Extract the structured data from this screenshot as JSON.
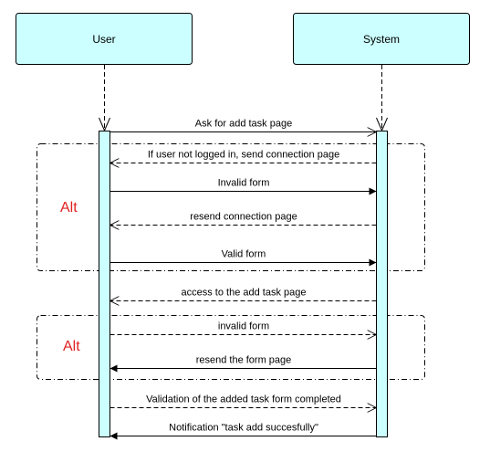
{
  "participants": [
    {
      "id": "user",
      "label": "User"
    },
    {
      "id": "system",
      "label": "System"
    }
  ],
  "colors": {
    "participant_fill": "#ccffff",
    "activation_fill": "#ccffff",
    "fragment_label": "#e02020",
    "line": "#000000"
  },
  "fragments": [
    {
      "label": "Alt"
    },
    {
      "label": "Alt"
    }
  ],
  "messages": [
    {
      "label": "Ask for add task page",
      "from": "user",
      "to": "system",
      "style": "solid",
      "head": "open"
    },
    {
      "label": "If user not logged in, send connection page",
      "from": "system",
      "to": "user",
      "style": "dashed",
      "head": "open"
    },
    {
      "label": "Invalid form",
      "from": "user",
      "to": "system",
      "style": "solid",
      "head": "filled"
    },
    {
      "label": "resend connection page",
      "from": "system",
      "to": "user",
      "style": "dashed",
      "head": "open"
    },
    {
      "label": "Valid form",
      "from": "user",
      "to": "system",
      "style": "solid",
      "head": "filled"
    },
    {
      "label": "access to the add task page",
      "from": "system",
      "to": "user",
      "style": "dashed",
      "head": "open"
    },
    {
      "label": "invalid form",
      "from": "user",
      "to": "system",
      "style": "dashed",
      "head": "open"
    },
    {
      "label": "resend the form page",
      "from": "system",
      "to": "user",
      "style": "solid",
      "head": "filled"
    },
    {
      "label": "Validation of the added task form completed",
      "from": "user",
      "to": "system",
      "style": "dashed",
      "head": "open"
    },
    {
      "label": "Notification \"task add succesfully\"",
      "from": "system",
      "to": "user",
      "style": "solid",
      "head": "filled"
    }
  ]
}
